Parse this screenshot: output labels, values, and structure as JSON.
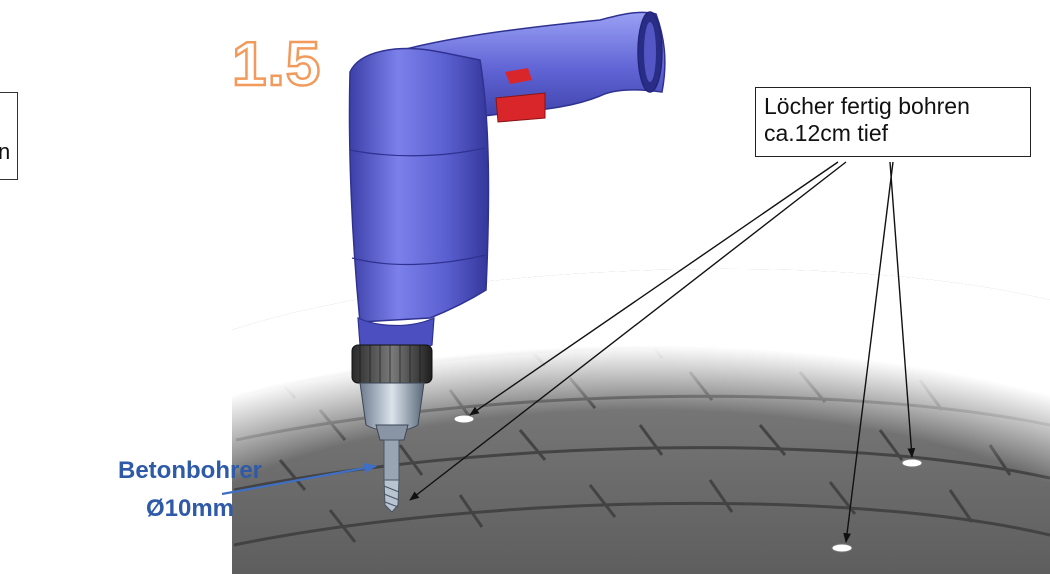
{
  "step_number": "1.5",
  "callout": {
    "line1": "Löcher fertig bohren",
    "line2": "ca.12cm tief"
  },
  "left_box_fragment": "n",
  "drill_bit_label": {
    "line1": "Betonbohrer",
    "line2": "Ø10mm"
  },
  "colors": {
    "drill_body": "#5a5fd0",
    "trigger": "#d8262b",
    "step_number_outline": "#f29a5c",
    "label_blue": "#2e5aa8",
    "pavement": "#6e6e6e"
  }
}
